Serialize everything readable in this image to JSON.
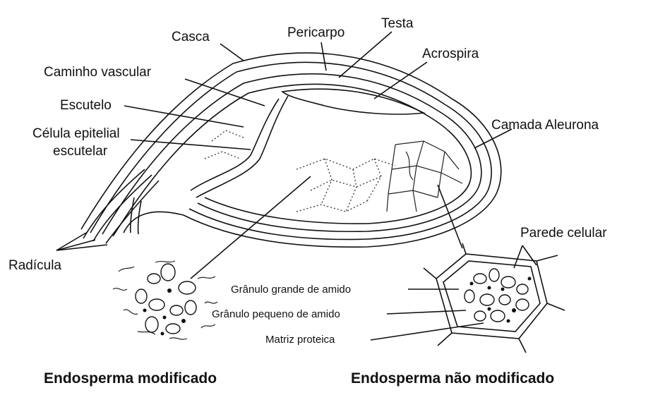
{
  "labels": {
    "casca": "Casca",
    "pericarpo": "Pericarpo",
    "testa": "Testa",
    "acrospira": "Acrospira",
    "caminho_vascular": "Caminho vascular",
    "escutelo": "Escutelo",
    "celula_epitelial_1": "Célula epitelial",
    "celula_epitelial_2": "escutelar",
    "camada_aleurona": "Camada Aleurona",
    "parede_celular": "Parede celular",
    "radicula": "Radícula",
    "granulo_grande": "Grânulo grande de amido",
    "granulo_pequeno": "Grânulo pequeno de amido",
    "matriz_proteica": "Matriz proteica"
  },
  "captions": {
    "modificado": "Endosperma modificado",
    "nao_modificado": "Endosperma não modificado"
  }
}
